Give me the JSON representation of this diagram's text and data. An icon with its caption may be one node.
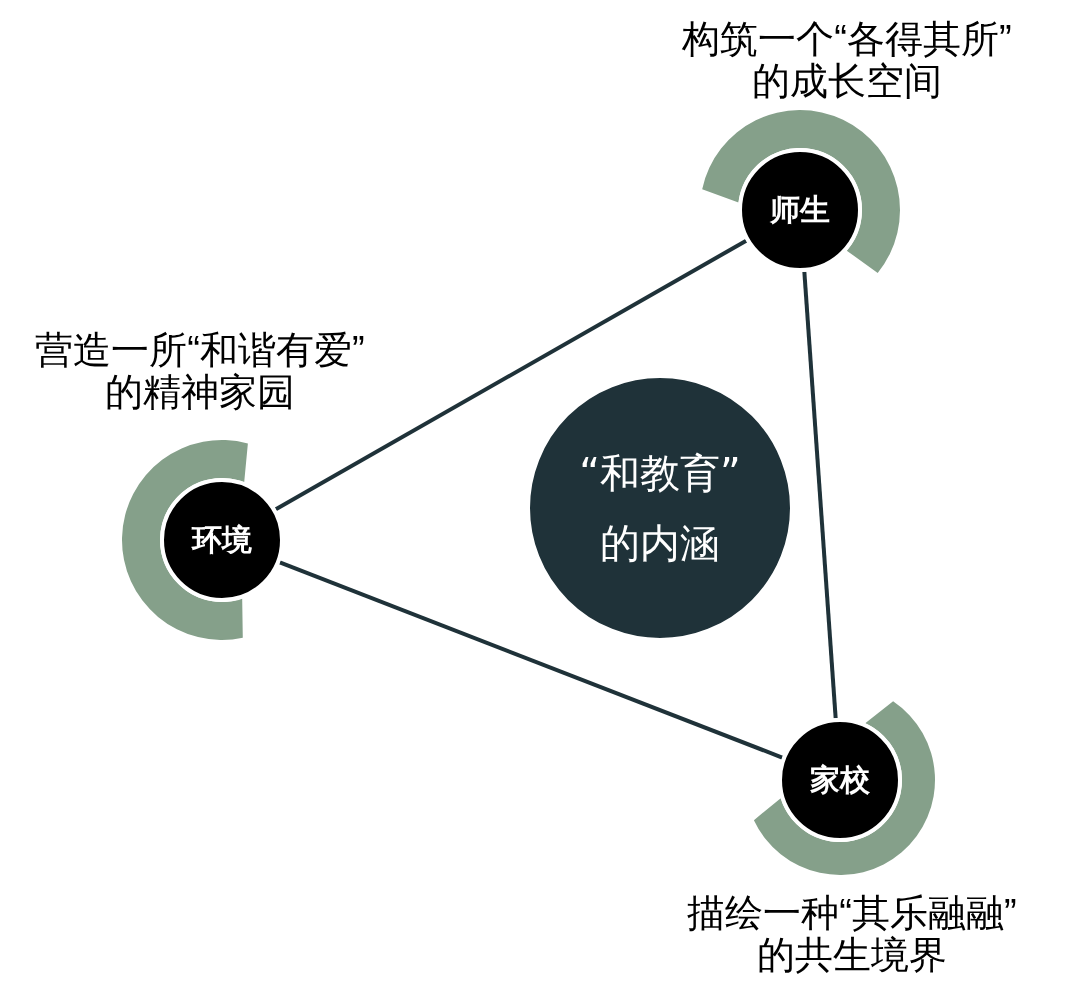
{
  "diagram": {
    "nodes": [
      {
        "text": [
          "师生"
        ],
        "beside": [
          "构筑一个“各得其所”的成长空间"
        ]
      },
      {
        "text": [
          "环境"
        ],
        "beside": [
          "营造一所“和谐有爱”的精神家园"
        ]
      },
      {
        "text": [
          "“和教育”的内涵"
        ]
      },
      {
        "text": [
          "家校"
        ],
        "beside": [
          "描绘一种“其乐融融”的共生境界"
        ]
      }
    ],
    "edges": [
      {
        "from": 0,
        "to": 1,
        "arrow": "none"
      },
      {
        "from": 0,
        "to": 3,
        "arrow": "none"
      },
      {
        "from": 1,
        "to": 3,
        "arrow": "none"
      }
    ]
  }
}
